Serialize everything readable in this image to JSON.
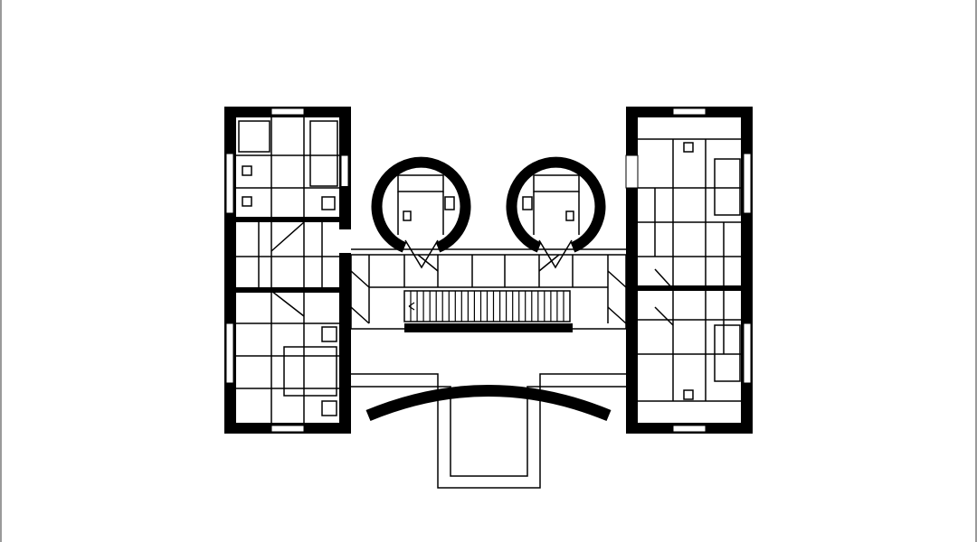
{
  "drawing": {
    "type": "architectural-floor-plan",
    "colors": {
      "background": "#ffffff",
      "wall": "#000000",
      "line": "#000000",
      "frame": "#9a9a9a"
    },
    "components": [
      "left-wing",
      "right-wing",
      "left-round-tower",
      "right-round-tower",
      "central-hall",
      "staircase",
      "curved-canopy",
      "entrance-path"
    ],
    "staircase_treads": 26,
    "labels": []
  }
}
